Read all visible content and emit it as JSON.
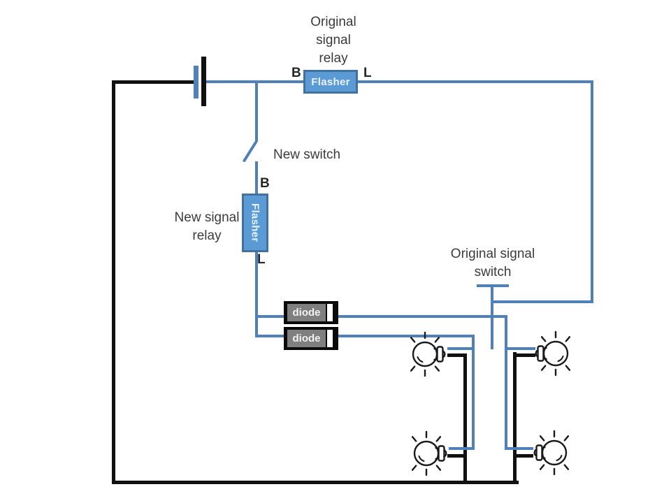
{
  "diagram_type": "turn-signal-wiring-diagram",
  "labels": {
    "original_relay_line1": "Original",
    "original_relay_line2": "signal",
    "original_relay_line3": "relay",
    "terminal_b_original": "B",
    "terminal_l_original": "L",
    "flasher_original": "Flasher",
    "new_switch": "New switch",
    "terminal_b_new": "B",
    "flasher_new": "Flasher",
    "new_relay_line1": "New signal",
    "new_relay_line2": "relay",
    "terminal_l_new": "L",
    "diode_upper": "diode",
    "diode_lower": "diode",
    "original_switch_line1": "Original signal",
    "original_switch_line2": "switch"
  },
  "colors": {
    "wire_blue": "#4e81bb",
    "relay_fill": "#5b9bd5",
    "relay_border": "#41719c",
    "diode_fill": "#7f7f7f",
    "diode_band": "#ffffff",
    "wire_black": "#111111",
    "label_text": "#3b3b3b"
  }
}
